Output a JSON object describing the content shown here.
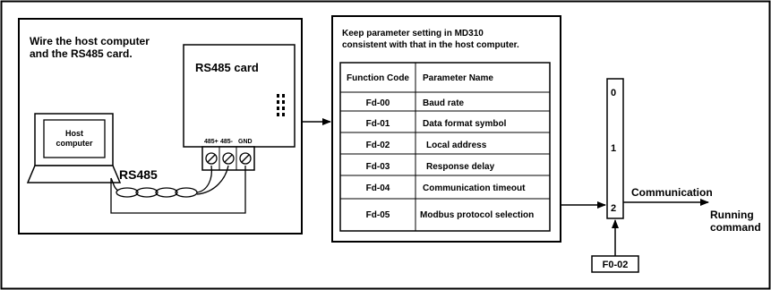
{
  "left_panel": {
    "title_line1": "Wire the host computer",
    "title_line2": "and the RS485 card.",
    "card_label": "RS485 card",
    "host_label_line1": "Host",
    "host_label_line2": "computer",
    "cable_label": "RS485",
    "terminals": [
      "485+",
      "485-",
      "GND"
    ]
  },
  "param_panel": {
    "note_line1": "Keep parameter setting in MD310",
    "note_line2": "consistent with that in the host computer.",
    "headers": [
      "Function Code",
      "Parameter Name"
    ],
    "rows": [
      {
        "code": "Fd-00",
        "name": "Baud rate"
      },
      {
        "code": "Fd-01",
        "name": "Data format symbol"
      },
      {
        "code": "Fd-02",
        "name": "Local address"
      },
      {
        "code": "Fd-03",
        "name": "Response delay"
      },
      {
        "code": "Fd-04",
        "name": "Communication timeout"
      },
      {
        "code": "Fd-05",
        "name": "Modbus protocol selection"
      }
    ]
  },
  "selector": {
    "options": [
      "0",
      "1",
      "2"
    ],
    "param_label": "F0-02",
    "output_label": "Communication",
    "result_line1": "Running",
    "result_line2": "command"
  }
}
